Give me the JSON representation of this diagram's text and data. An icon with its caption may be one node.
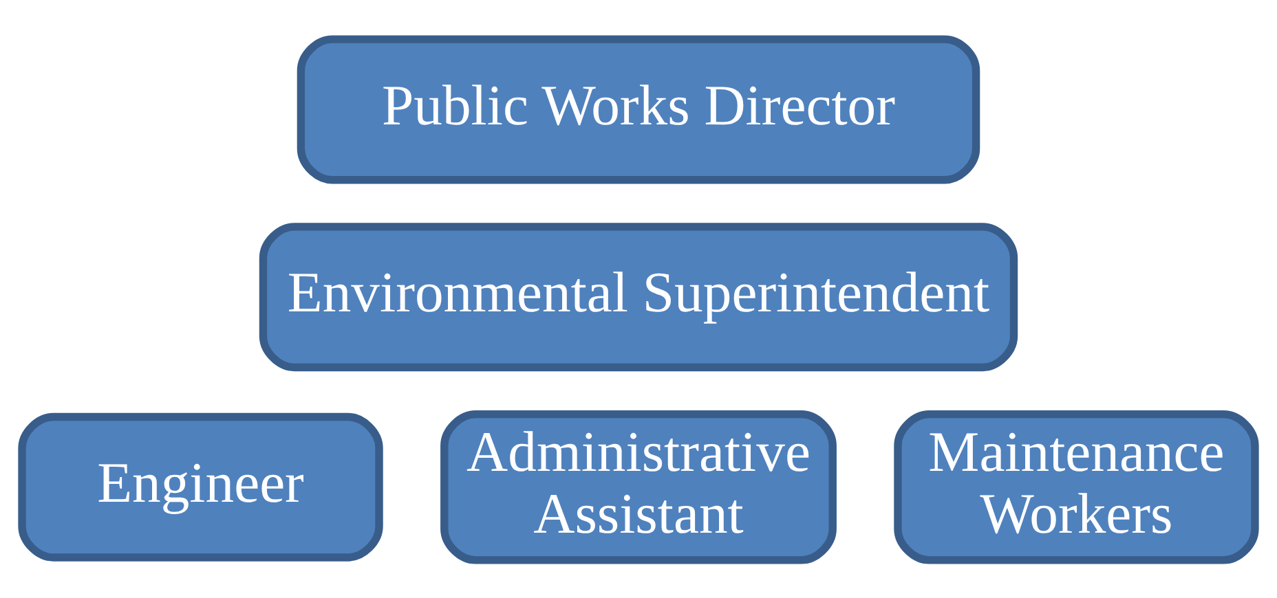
{
  "diagram": {
    "nodes": [
      {
        "text": [
          "Public Works Director"
        ]
      },
      {
        "text": [
          "Environmental Superintendent"
        ]
      },
      {
        "text": [
          "Engineer"
        ]
      },
      {
        "text": [
          "Administrative Assistant"
        ]
      },
      {
        "text": [
          "Maintenance Workers"
        ]
      }
    ]
  }
}
